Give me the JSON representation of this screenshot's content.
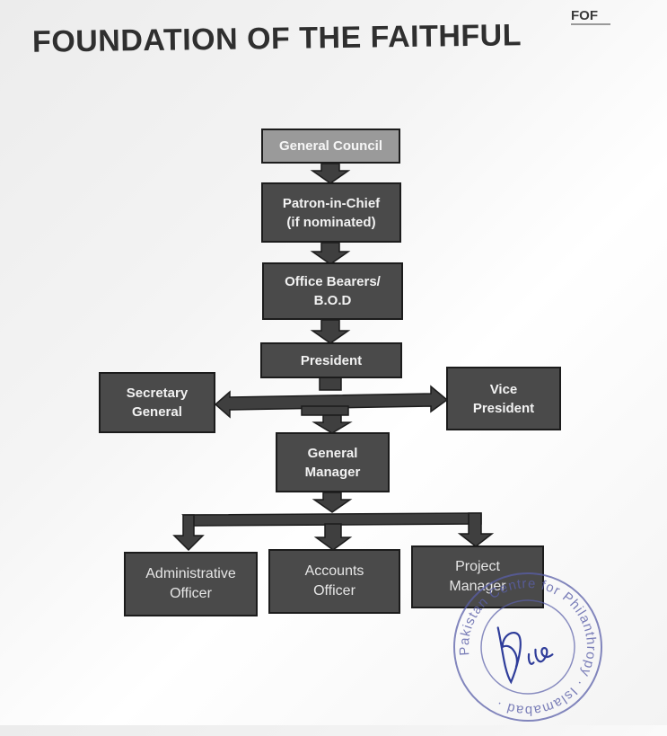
{
  "document": {
    "title": "FOUNDATION OF THE FAITHFUL",
    "logo_text": "FOF"
  },
  "org_chart": {
    "general_council": "General Council",
    "patron_in_chief": "Patron-in-Chief\n(if nominated)",
    "office_bearers": "Office Bearers/\nB.O.D",
    "president": "President",
    "secretary_general": "Secretary\nGeneral",
    "vice_president": "Vice\nPresident",
    "general_manager": "General\nManager",
    "administrative_officer": "Administrative\nOfficer",
    "accounts_officer": "Accounts\nOfficer",
    "project_manager": "Project\nManager"
  },
  "stamp": {
    "text": "Pakistan Centre for Philanthropy · Islamabad ·",
    "signature": "Bice"
  },
  "colors": {
    "box_dark": "#4a4a4a",
    "box_light": "#9a9a9a",
    "stamp": "#5a5fa8"
  }
}
